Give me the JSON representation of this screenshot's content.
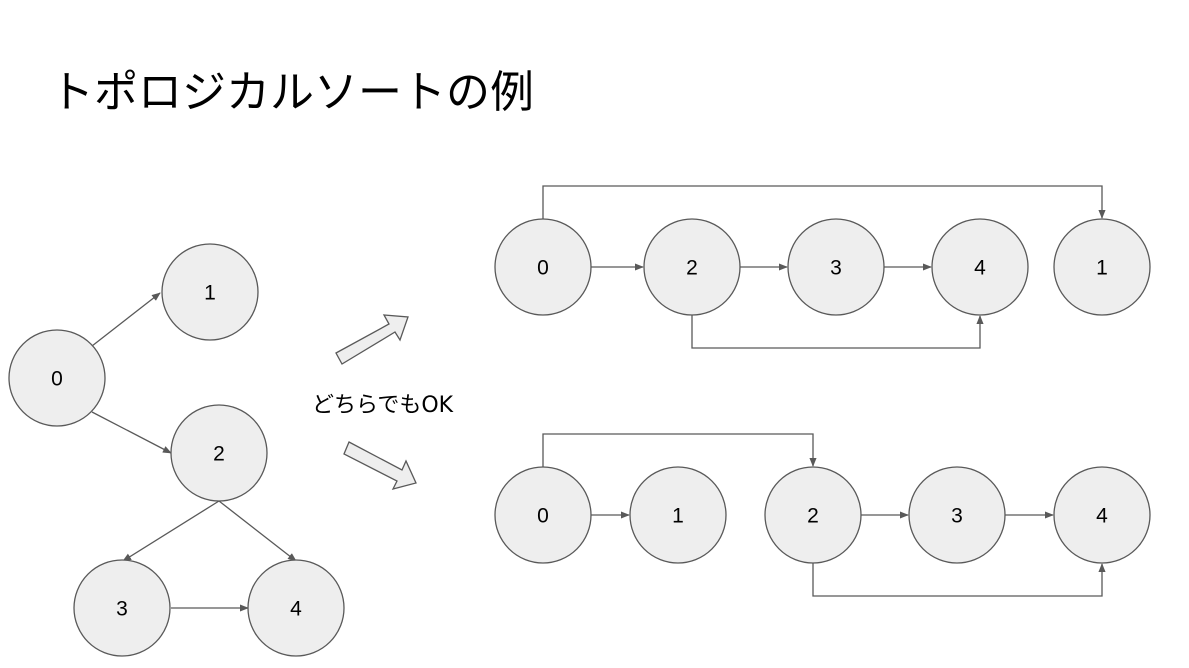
{
  "title": "トポロジカルソートの例",
  "caption": "どちらでもOK",
  "colors": {
    "node_fill": "#eeeeee",
    "stroke": "#595959",
    "text": "#000000"
  },
  "graph": {
    "nodes": [
      {
        "id": "0",
        "label": "0"
      },
      {
        "id": "1",
        "label": "1"
      },
      {
        "id": "2",
        "label": "2"
      },
      {
        "id": "3",
        "label": "3"
      },
      {
        "id": "4",
        "label": "4"
      }
    ],
    "edges": [
      [
        "0",
        "1"
      ],
      [
        "0",
        "2"
      ],
      [
        "2",
        "3"
      ],
      [
        "2",
        "4"
      ],
      [
        "3",
        "4"
      ]
    ]
  },
  "orderings": [
    {
      "order": [
        "0",
        "2",
        "3",
        "4",
        "1"
      ],
      "edges": [
        [
          "0",
          "2"
        ],
        [
          "2",
          "3"
        ],
        [
          "3",
          "4"
        ],
        [
          "0",
          "1"
        ],
        [
          "2",
          "4"
        ]
      ]
    },
    {
      "order": [
        "0",
        "1",
        "2",
        "3",
        "4"
      ],
      "edges": [
        [
          "0",
          "1"
        ],
        [
          "2",
          "3"
        ],
        [
          "3",
          "4"
        ],
        [
          "0",
          "2"
        ],
        [
          "2",
          "4"
        ]
      ]
    }
  ]
}
